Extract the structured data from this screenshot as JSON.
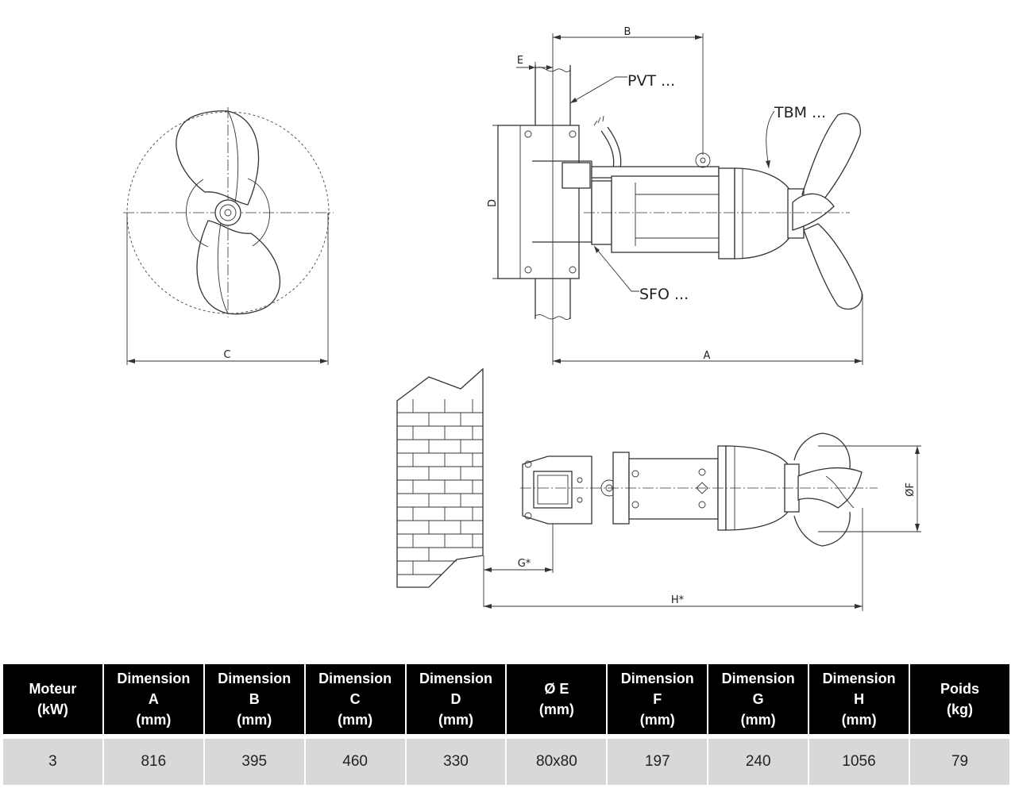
{
  "labels": {
    "pvt": "PVT ...",
    "tbm": "TBM ...",
    "sfo": "SFO ...",
    "dim_a": "A",
    "dim_b": "B",
    "dim_c": "C",
    "dim_d": "D",
    "dim_e": "E",
    "dim_f": "ØF",
    "dim_g": "G*",
    "dim_h": "H*"
  },
  "table": {
    "headers": [
      [
        "Moteur",
        "(kW)"
      ],
      [
        "Dimension",
        "A",
        "(mm)"
      ],
      [
        "Dimension",
        "B",
        "(mm)"
      ],
      [
        "Dimension",
        "C",
        "(mm)"
      ],
      [
        "Dimension",
        "D",
        "(mm)"
      ],
      [
        "Ø E",
        "(mm)"
      ],
      [
        "Dimension",
        "F",
        "(mm)"
      ],
      [
        "Dimension",
        "G",
        "(mm)"
      ],
      [
        "Dimension",
        "H",
        "(mm)"
      ],
      [
        "Poids",
        "(kg)"
      ]
    ],
    "values": [
      "3",
      "816",
      "395",
      "460",
      "330",
      "80x80",
      "197",
      "240",
      "1056",
      "79"
    ]
  }
}
